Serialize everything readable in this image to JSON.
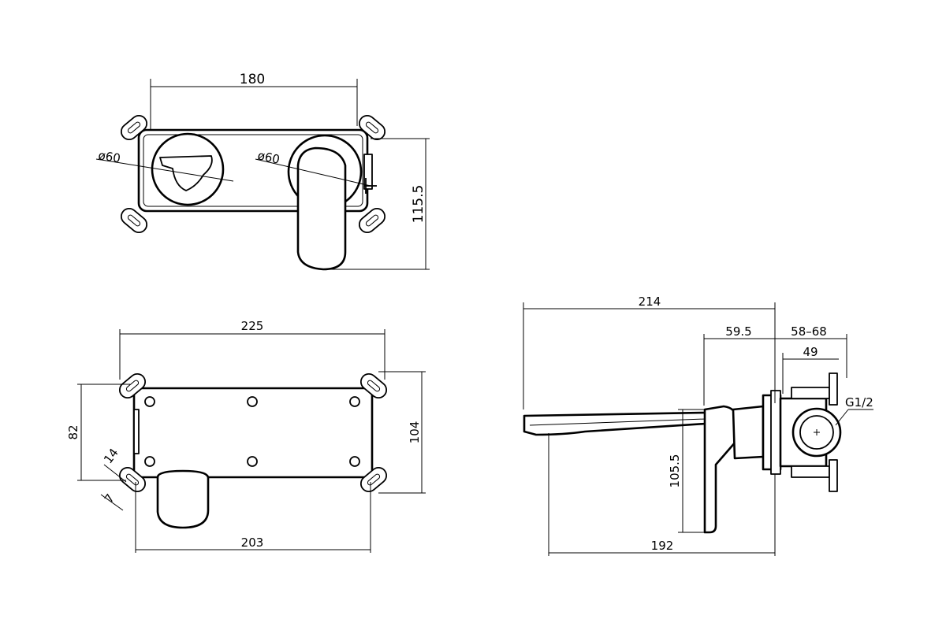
{
  "top_view": {
    "width_label": "180",
    "height_label": "115.5",
    "dia_left_label": "ø60",
    "dia_right_label": "ø60"
  },
  "back_view": {
    "top_width_label": "225",
    "bottom_width_label": "203",
    "left_height_label": "82",
    "right_height_label": "104",
    "slot_label_a": "14",
    "slot_label_b": "7"
  },
  "side_view": {
    "overall_label": "214",
    "mid_label": "59.5",
    "range_label": "58–68",
    "body_label": "49",
    "thread_label": "G1/2",
    "height_label": "105.5",
    "spout_label": "192"
  }
}
